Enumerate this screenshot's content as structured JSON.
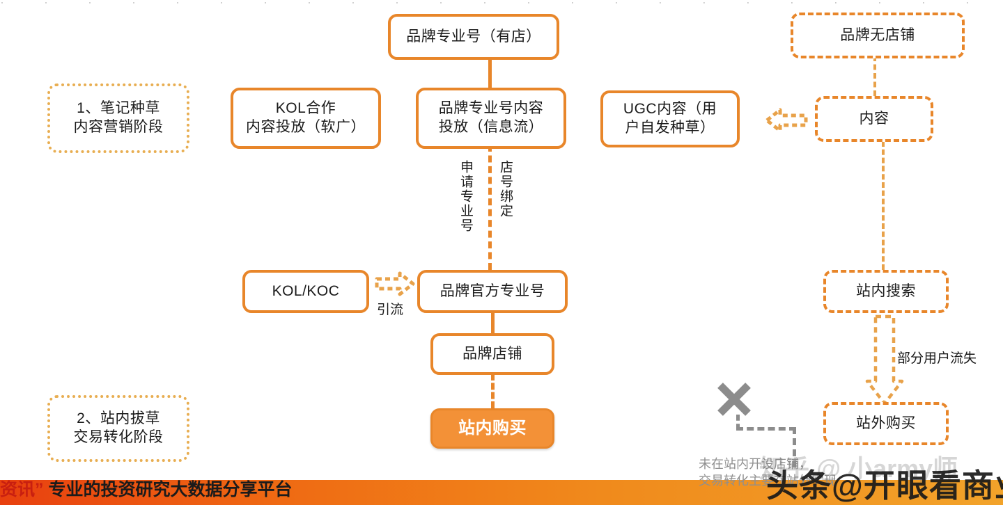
{
  "diagram": {
    "title_row_ghost": "· · · · · · · · · · · · · · · · · · · · · · ·",
    "stages": [
      {
        "id": "stage-1",
        "label": "1、笔记种草\n内容营销阶段"
      },
      {
        "id": "stage-2",
        "label": "2、站内拔草\n交易转化阶段"
      }
    ],
    "nodes": {
      "brand_pro_with_shop": "品牌专业号（有店）",
      "brand_no_shop": "品牌无店铺",
      "kol_cooperation": "KOL合作\n内容投放（软广）",
      "brand_pro_content": "品牌专业号内容\n投放（信息流）",
      "ugc_content": "UGC内容（用\n户自发种草）",
      "content": "内容",
      "kol_koc": "KOL/KOC",
      "brand_official_pro": "品牌官方专业号",
      "brand_store": "品牌店铺",
      "onsite_search": "站内搜索",
      "onsite_purchase": "站内购买",
      "offsite_purchase": "站外购买"
    },
    "edge_labels": {
      "apply_pro_number": "申请专业号",
      "store_number_binding": "店号绑定",
      "drainage": "引流",
      "partial_user_loss": "部分用户流失"
    },
    "notes": {
      "no_onsite_shop": "未在站内开设店铺，",
      "offsite_conversion": "交易转化主要在站外实现"
    },
    "watermark": {
      "main": "头条@开眼看商业",
      "ghost": "知乎 @ 小army师"
    },
    "footer": {
      "quoted": "资讯”",
      "tagline": " 专业的投资研究大数据分享平台"
    },
    "colors": {
      "orange_border": "#E8862A",
      "orange_fill": "#F39137",
      "stage_dotted": "#E8AE52",
      "gray_line": "#8C8C8C",
      "note_text": "#8F8F8F"
    }
  }
}
